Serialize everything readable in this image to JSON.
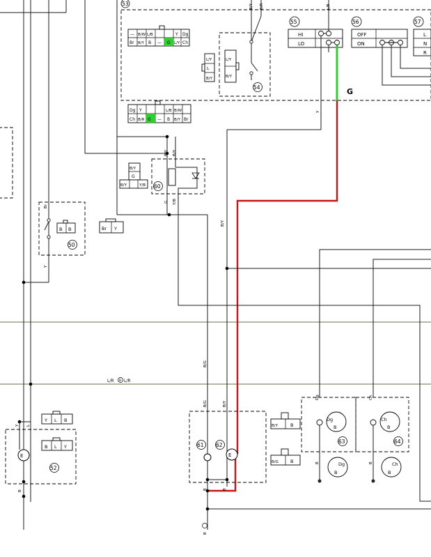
{
  "colors": {
    "highlight_red": "#cc1111",
    "highlight_green": "#33cc33",
    "bus_line": "#6b6b4a"
  },
  "components": {
    "c53": {
      "number": "53"
    },
    "c54": {
      "number": "54"
    },
    "c55": {
      "number": "55",
      "hi": "HI",
      "lo": "LO"
    },
    "c56": {
      "number": "56",
      "off": "OFF",
      "on": "ON"
    },
    "c57": {
      "number": "57",
      "rows": [
        "L",
        "N",
        "R"
      ]
    },
    "c50": {
      "number": "50"
    },
    "c52": {
      "number": "52"
    },
    "c60": {
      "number": "60"
    },
    "c61": {
      "number": "61"
    },
    "c62": {
      "number": "62"
    },
    "c63": {
      "number": "63"
    },
    "c64": {
      "number": "64"
    }
  },
  "connectors": {
    "top_left_row1": [
      "—",
      "B/W",
      "L/B",
      "",
      "Y",
      "Dg"
    ],
    "top_left_row2": [
      "Br",
      "B/Y",
      "B",
      "—",
      "G",
      "L/Y",
      "Ch"
    ],
    "bottom_row1": [
      "Dg",
      "Y",
      "",
      "L/B",
      "B/W"
    ],
    "bottom_row2": [
      "Ch",
      "B/R",
      "G",
      "—",
      "B",
      "B/Y",
      "Br"
    ],
    "c54_conn_a": [
      "L",
      "L/Y",
      "B/Y"
    ],
    "c54_conn_b": [
      "L/Y",
      "B/Y"
    ],
    "c60_conn": [
      "B/Y",
      "G",
      "B/Y",
      "Y/B"
    ],
    "c50_conn": [
      "B",
      "B"
    ],
    "loose_conn": [
      "Br",
      "Y"
    ],
    "c52_conn_top": [
      "Y",
      "L",
      "B"
    ],
    "c52_conn_bot": [
      "B",
      "L",
      "Y"
    ],
    "c61_conn_a": [
      "B/Y",
      "B"
    ],
    "c61_conn_b": [
      "B/G",
      "B"
    ],
    "c63_plug_top": [
      "Dg",
      "B"
    ],
    "c63_plug_bot": [
      "Dg",
      "B"
    ],
    "c64_plug_top": [
      "Ch",
      "B"
    ],
    "c64_plug_bot": [
      "Ch",
      "B"
    ]
  },
  "wire_labels": {
    "g_big": "G",
    "lb_top": "L/B",
    "by_top": "B/Y",
    "br_top": "B/R",
    "y_55": "Y",
    "by_60a": "B/Y",
    "br_60": "B/Y",
    "g_60": "G",
    "yb_60": "Y/B",
    "br_50": "Br",
    "y_50": "Y",
    "by_vert": "B/Y",
    "bg_vert": "B/G",
    "lr_bus": "L/R",
    "lr_bus2": "L/R",
    "y_52": "Y",
    "l_52": "L",
    "b_52": "B",
    "bg_61": "B/G",
    "by_62": "B/Y",
    "b_61": "B",
    "b_62": "B",
    "dg_63": "Dg",
    "b_63": "B",
    "ch_64": "Ch",
    "b_64": "B",
    "b_ground": "B",
    "pin_b": "B",
    "pin_e": "E"
  }
}
